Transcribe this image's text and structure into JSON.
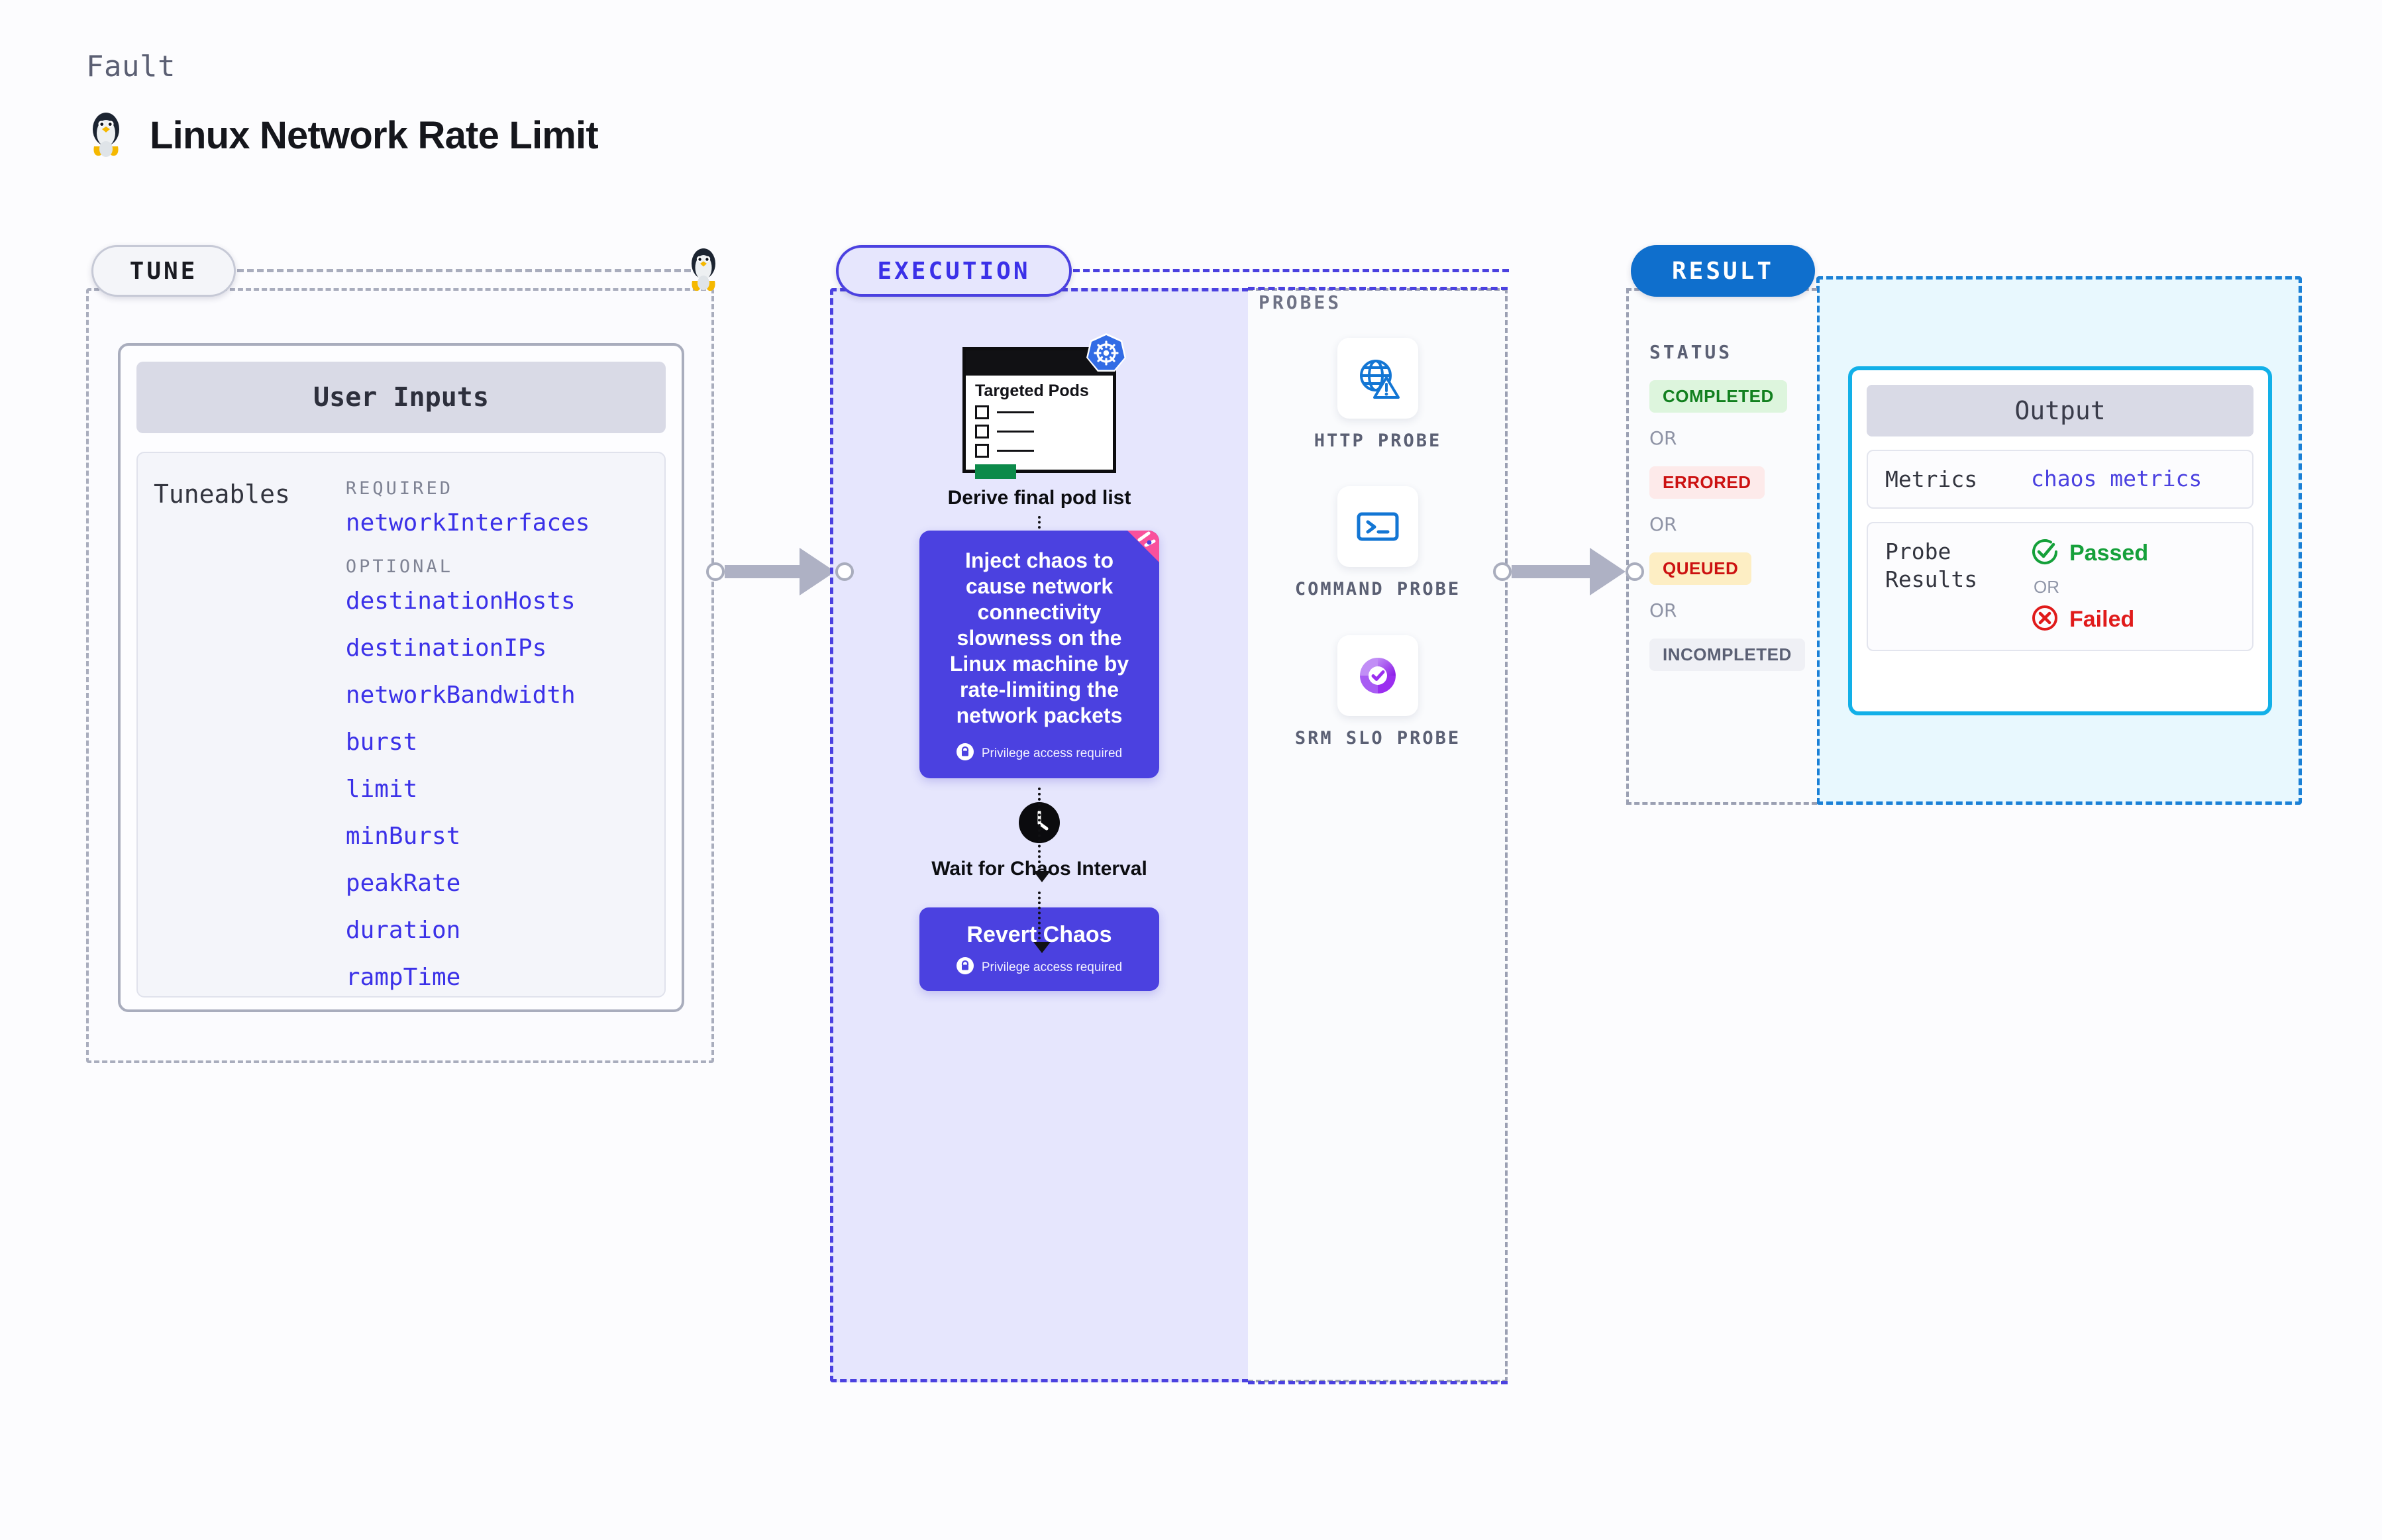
{
  "header": {
    "kicker": "Fault",
    "title": "Linux Network Rate Limit",
    "icon": "linux-penguin-icon"
  },
  "tune": {
    "tag": "TUNE",
    "card_title": "User Inputs",
    "tuneables_label": "Tuneables",
    "groups": [
      {
        "label": "REQUIRED",
        "items": [
          "networkInterfaces"
        ]
      },
      {
        "label": "OPTIONAL",
        "items": [
          "destinationHosts",
          "destinationIPs",
          "networkBandwidth",
          "burst",
          "limit",
          "minBurst",
          "peakRate",
          "duration",
          "rampTime"
        ]
      }
    ]
  },
  "execution": {
    "tag": "EXECUTION",
    "targeted_pods_title": "Targeted\nPods",
    "derive_label": "Derive final pod list",
    "inject_text": "Inject chaos to cause network connectivity slowness on the Linux machine by rate-limiting the network packets",
    "privilege_note": "Privilege access required",
    "wait_label": "Wait for Chaos Interval",
    "revert_title": "Revert Chaos",
    "revert_privilege_note": "Privilege access required",
    "badges": {
      "kubernetes": "kubernetes-icon",
      "litmus": "litmus-chaos-icon"
    }
  },
  "probes": {
    "title": "PROBES",
    "items": [
      {
        "label": "HTTP PROBE",
        "icon": "globe-warning-icon"
      },
      {
        "label": "COMMAND PROBE",
        "icon": "terminal-icon"
      },
      {
        "label": "SRM SLO PROBE",
        "icon": "slo-donut-check-icon"
      }
    ]
  },
  "result": {
    "tag": "RESULT",
    "status_heading": "STATUS",
    "or_text": "OR",
    "statuses": [
      {
        "label": "COMPLETED",
        "color": "#12801f",
        "bg": "#ddf5dd"
      },
      {
        "label": "ERRORED",
        "color": "#cc1111",
        "bg": "#fdeaea"
      },
      {
        "label": "QUEUED",
        "color": "#cc1111",
        "bg": "#fdeec4"
      },
      {
        "label": "INCOMPLETED",
        "color": "#5b6074",
        "bg": "#eff0f5"
      }
    ],
    "output": {
      "title": "Output",
      "metrics_label": "Metrics",
      "metrics_value": "chaos metrics",
      "probe_results_label": "Probe\nResults",
      "passed_label": "Passed",
      "failed_label": "Failed",
      "or_text": "OR"
    }
  },
  "colors": {
    "accent_purple": "#4b41e0",
    "accent_blue": "#0f6fcd",
    "output_border": "#12b0e8",
    "pass_green": "#15a03a",
    "fail_red": "#e01b1b",
    "link_blue": "#3b31e8"
  }
}
